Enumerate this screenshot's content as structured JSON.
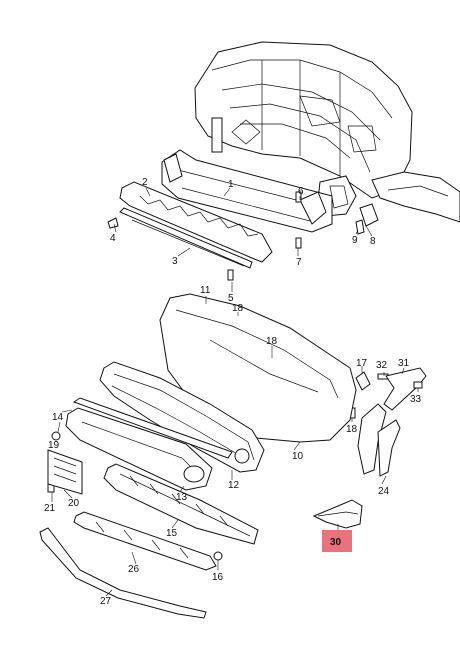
{
  "diagram": {
    "highlight_color": "#e8737f",
    "labels": {
      "p1": "1",
      "p2": "2",
      "p3": "3",
      "p4": "4",
      "p5": "5",
      "p6": "6",
      "p7": "7",
      "p8": "8",
      "p9": "9",
      "p10": "10",
      "p11": "11",
      "p12": "12",
      "p13": "13",
      "p14": "14",
      "p15": "15",
      "p16": "16",
      "p17": "17",
      "p18a": "18",
      "p18b": "18",
      "p18c": "18",
      "p19": "19",
      "p20": "20",
      "p21": "21",
      "p24": "24",
      "p26": "26",
      "p27": "27",
      "p30": "30",
      "p31": "31",
      "p32": "32",
      "p33": "33"
    }
  }
}
